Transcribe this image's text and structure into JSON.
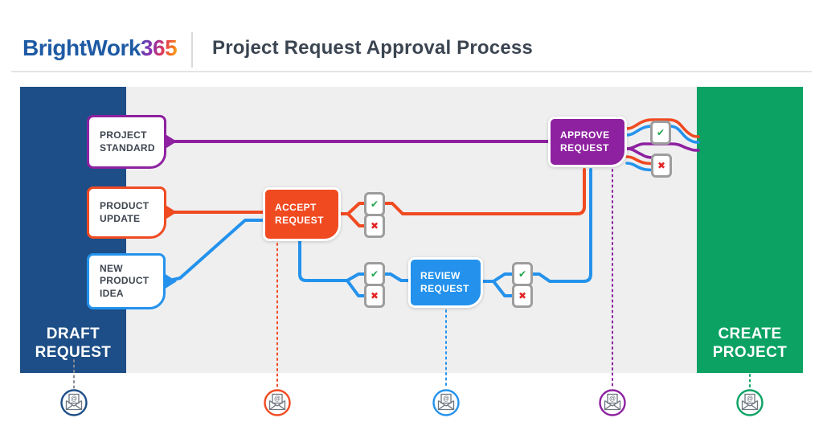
{
  "header": {
    "brand": "BrightWork",
    "brand_number": "365",
    "title": "Project Request Approval Process"
  },
  "stages": {
    "draft": "DRAFT REQUEST",
    "create": "CREATE PROJECT"
  },
  "request_types": [
    {
      "label": "PROJECT STANDARD",
      "color": "#8e21a0"
    },
    {
      "label": "PRODUCT UPDATE",
      "color": "#f04a21"
    },
    {
      "label": "NEW PRODUCT IDEA",
      "color": "#2492ec"
    }
  ],
  "actions": [
    {
      "label": "ACCEPT REQUEST",
      "color": "#f04a21"
    },
    {
      "label": "REVIEW REQUEST",
      "color": "#2492ec"
    },
    {
      "label": "APPROVE REQUEST",
      "color": "#8e21a0"
    }
  ],
  "icons": {
    "check": "✔",
    "cross": "✖",
    "email": "email-notification-envelope"
  },
  "notifications": [
    {
      "stage": "draft-request",
      "color": "#1d4e87"
    },
    {
      "stage": "accept-request",
      "color": "#f04a21"
    },
    {
      "stage": "review-request",
      "color": "#2492ec"
    },
    {
      "stage": "approve-request",
      "color": "#8e21a0"
    },
    {
      "stage": "create-project",
      "color": "#0ba263"
    }
  ],
  "colors": {
    "draft_column": "#1d4e87",
    "create_column": "#0ba263",
    "purple": "#8e21a0",
    "orange": "#f04a21",
    "blue": "#2492ec",
    "background_band": "#efeff0",
    "check_green": "#1ea64e",
    "cross_red": "#e42525",
    "icon_border_gray": "#9d9d9d",
    "title_text": "#3b4551",
    "brand_blue": "#1e5aa4"
  }
}
